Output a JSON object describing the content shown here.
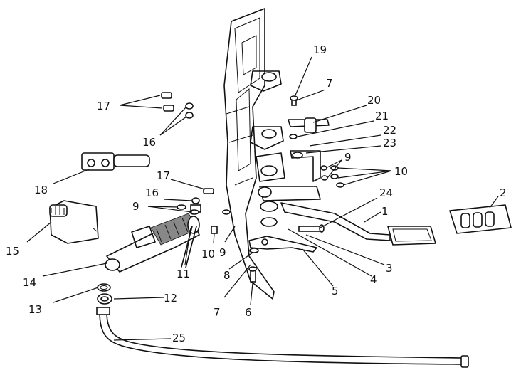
{
  "callouts": {
    "c1": "1",
    "c2": "2",
    "c3": "3",
    "c4": "4",
    "c5": "5",
    "c6": "6",
    "c7a": "7",
    "c7b": "7",
    "c8": "8",
    "c9a": "9",
    "c9b": "9",
    "c9c": "9",
    "c10a": "10",
    "c10b": "10",
    "c11": "11",
    "c12": "12",
    "c13": "13",
    "c14": "14",
    "c15": "15",
    "c16a": "16",
    "c16b": "16",
    "c17a": "17",
    "c17b": "17",
    "c18": "18",
    "c19": "19",
    "c20": "20",
    "c21": "21",
    "c22": "22",
    "c23": "23",
    "c24": "24",
    "c25": "25"
  }
}
